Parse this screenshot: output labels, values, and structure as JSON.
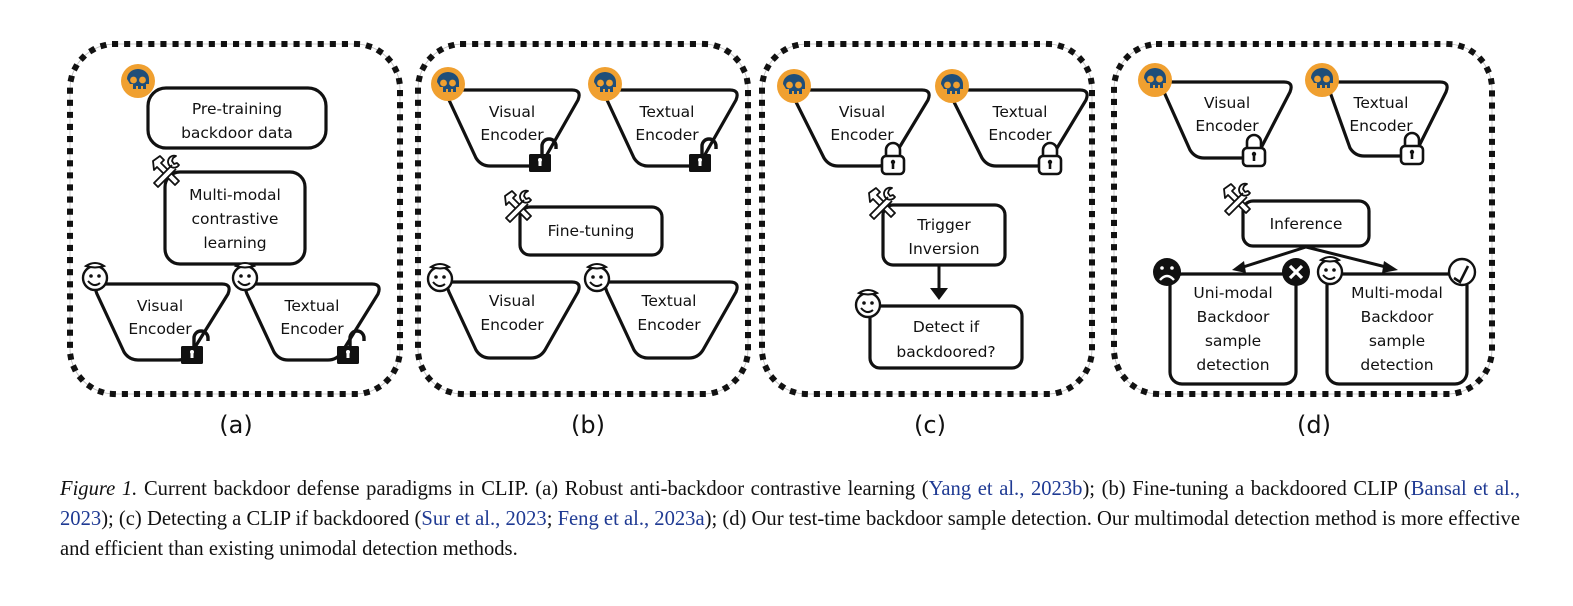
{
  "figure": {
    "panels": [
      {
        "id": "a",
        "label": "(a)",
        "boxes": {
          "pretrain": [
            "Pre-training",
            "backdoor data"
          ],
          "method": [
            "Multi-modal",
            "contrastive",
            "learning"
          ]
        },
        "encoders": [
          {
            "lines": [
              "Visual",
              "Encoder"
            ],
            "state": "clean",
            "lock": "unlocked-filled"
          },
          {
            "lines": [
              "Textual",
              "Encoder"
            ],
            "state": "clean",
            "lock": "unlocked-filled"
          }
        ]
      },
      {
        "id": "b",
        "label": "(b)",
        "encoders_top": [
          {
            "lines": [
              "Visual",
              "Encoder"
            ],
            "state": "backdoored",
            "lock": "unlocked-filled"
          },
          {
            "lines": [
              "Textual",
              "Encoder"
            ],
            "state": "backdoored",
            "lock": "unlocked-filled"
          }
        ],
        "boxes": {
          "method": [
            "Fine-tuning"
          ]
        },
        "encoders_bottom": [
          {
            "lines": [
              "Visual",
              "Encoder"
            ],
            "state": "clean"
          },
          {
            "lines": [
              "Textual",
              "Encoder"
            ],
            "state": "clean"
          }
        ]
      },
      {
        "id": "c",
        "label": "(c)",
        "encoders_top": [
          {
            "lines": [
              "Visual",
              "Encoder"
            ],
            "state": "backdoored",
            "lock": "locked-outline"
          },
          {
            "lines": [
              "Textual",
              "Encoder"
            ],
            "state": "backdoored",
            "lock": "locked-outline"
          }
        ],
        "boxes": {
          "method": [
            "Trigger",
            "Inversion"
          ],
          "result": [
            "Detect if",
            "backdoored?"
          ]
        }
      },
      {
        "id": "d",
        "label": "(d)",
        "encoders_top": [
          {
            "lines": [
              "Visual",
              "Encoder"
            ],
            "state": "backdoored",
            "lock": "locked-outline"
          },
          {
            "lines": [
              "Textual",
              "Encoder"
            ],
            "state": "backdoored",
            "lock": "locked-outline"
          }
        ],
        "boxes": {
          "method": [
            "Inference"
          ],
          "unimodal": [
            "Uni-modal",
            "Backdoor",
            "sample",
            "detection"
          ],
          "multimodal": [
            "Multi-modal",
            "Backdoor",
            "sample",
            "detection"
          ]
        },
        "outcomes": {
          "unimodal": "fail",
          "multimodal": "success"
        }
      }
    ],
    "icons": {
      "backdoored": "skull-icon",
      "clean": "angel-face-icon",
      "tool": "hammer-wrench-icon",
      "sad": "sad-face-icon",
      "fail": "x-circle-icon",
      "success": "check-circle-icon"
    },
    "colors": {
      "skull_badge": "#f0a030",
      "skull": "#1f4e79",
      "ink": "#111111",
      "citation": "#1f3a93"
    }
  },
  "caption": {
    "label": "Figure 1.",
    "segments": [
      {
        "text": " Current backdoor defense paradigms in CLIP. (a) Robust anti-backdoor contrastive learning (",
        "cite": false
      },
      {
        "text": "Yang et al., 2023b",
        "cite": true
      },
      {
        "text": "); (b) Fine-tuning a backdoored CLIP (",
        "cite": false
      },
      {
        "text": "Bansal et al., 2023",
        "cite": true
      },
      {
        "text": "); (c) Detecting a CLIP if backdoored (",
        "cite": false
      },
      {
        "text": "Sur et al., 2023",
        "cite": true
      },
      {
        "text": "; ",
        "cite": false
      },
      {
        "text": "Feng et al., 2023a",
        "cite": true
      },
      {
        "text": "); (d) Our test-time backdoor sample detection. Our multimodal detection method is more effective and efficient than existing unimodal detection methods.",
        "cite": false
      }
    ]
  }
}
